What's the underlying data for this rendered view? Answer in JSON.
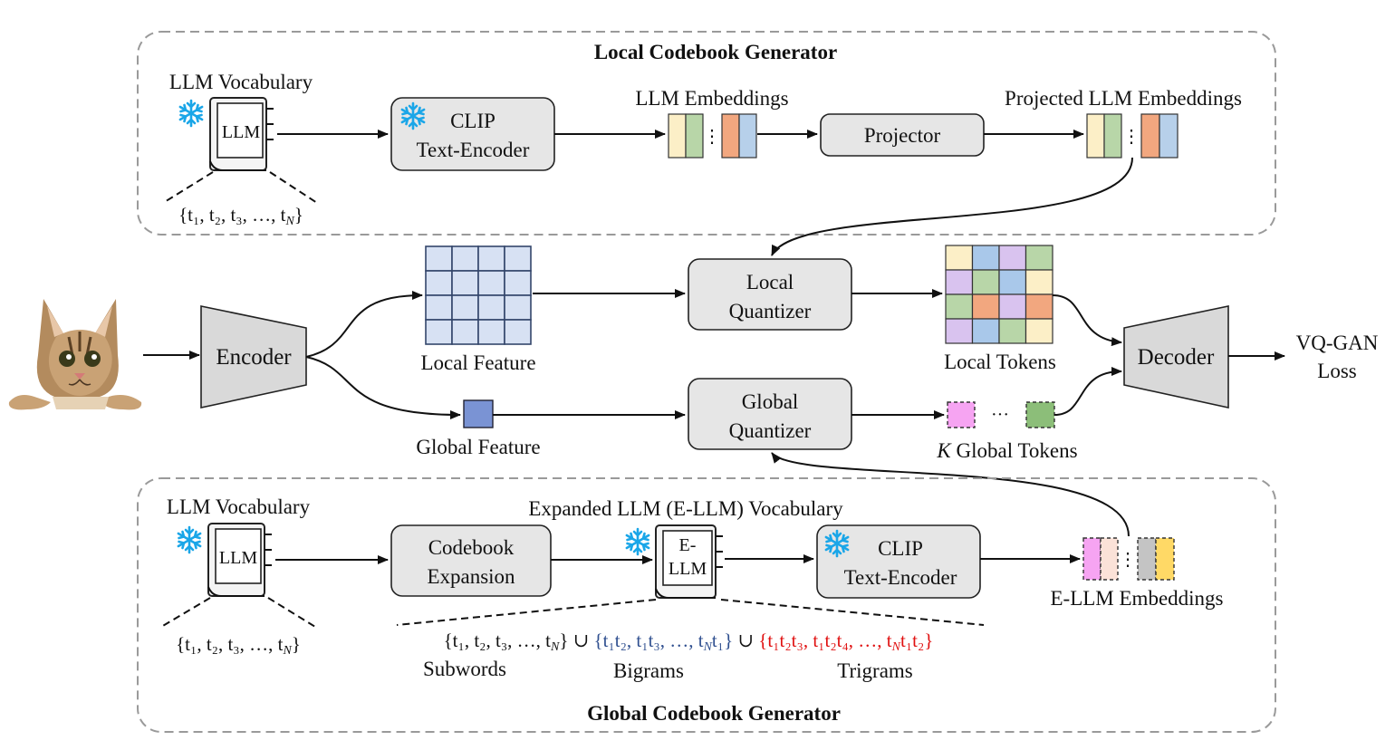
{
  "diagram": {
    "local_generator": {
      "title": "Local Codebook Generator",
      "vocab_label": "LLM Vocabulary",
      "book_label": "LLM",
      "token_set": "{t₁, t₂, t₃, …, t",
      "token_set_sub": "N",
      "token_set_end": "}",
      "clip_line1": "CLIP",
      "clip_line2": "Text-Encoder",
      "embeddings_label": "LLM Embeddings",
      "projector_label": "Projector",
      "projected_label": "Projected LLM Embeddings"
    },
    "main": {
      "encoder_label": "Encoder",
      "local_feature_label": "Local Feature",
      "global_feature_label": "Global Feature",
      "local_quantizer_line1": "Local",
      "local_quantizer_line2": "Quantizer",
      "global_quantizer_line1": "Global",
      "global_quantizer_line2": "Quantizer",
      "local_tokens_label": "Local Tokens",
      "global_tokens_k": "K",
      "global_tokens_label": " Global Tokens",
      "ellipsis": "···",
      "decoder_label": "Decoder",
      "loss_line1": "VQ-GAN",
      "loss_line2": "Loss"
    },
    "global_generator": {
      "title": "Global Codebook Generator",
      "vocab_label": "LLM Vocabulary",
      "book_label": "LLM",
      "token_set": "{t₁, t₂, t₃, …, t",
      "token_set_sub": "N",
      "token_set_end": "}",
      "expansion_line1": "Codebook",
      "expansion_line2": "Expansion",
      "expanded_label": "Expanded LLM (E-LLM) Vocabulary",
      "ebook_line1": "E-",
      "ebook_line2": "LLM",
      "clip_line1": "CLIP",
      "clip_line2": "Text-Encoder",
      "embeddings_label": "E-LLM Embeddings",
      "subwords_set": "{t₁, t₂, t₃, …, t",
      "subwords_set_sub": "N",
      "subwords_set_end": "}",
      "union1": " ∪ ",
      "bigrams_set": "{t₁t₂, t₁t₃, …, t",
      "bigrams_set_sub": "N",
      "bigrams_set_end": "t₁}",
      "union2": " ∪ ",
      "trigrams_set": "{t₁t₂t₃, t₁t₂t₄, …, t",
      "trigrams_set_sub": "N",
      "trigrams_set_end": "t₁t₂}",
      "subwords_label": "Subwords",
      "bigrams_label": "Bigrams",
      "trigrams_label": "Trigrams"
    }
  },
  "colors": {
    "frozen_icon": "#1aa6e8",
    "bigrams": "#2f4f8f",
    "trigrams": "#e01010",
    "grid_fill": "#d7e1f3",
    "global_feature": "#7a93d4"
  }
}
